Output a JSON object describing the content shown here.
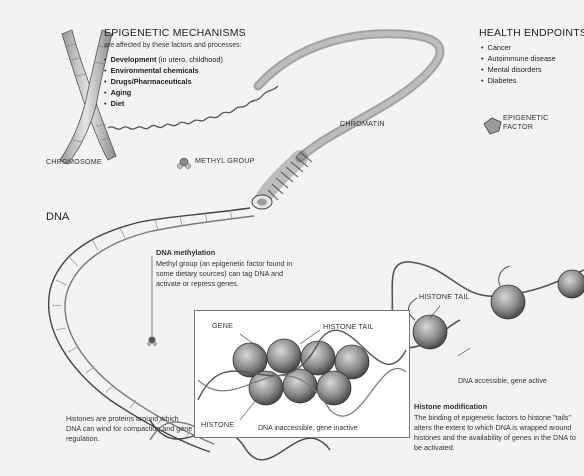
{
  "epigenetic": {
    "title": "EPIGENETIC MECHANISMS",
    "subtitle": "are affected by these factors and processes:",
    "factors": [
      {
        "label": "Development",
        "note": " (in utero, childhood)"
      },
      {
        "label": "Environmental chemicals",
        "note": ""
      },
      {
        "label": "Drugs/Pharmaceuticals",
        "note": ""
      },
      {
        "label": "Aging",
        "note": ""
      },
      {
        "label": "Diet",
        "note": ""
      }
    ]
  },
  "health": {
    "title": "HEALTH ENDPOINTS",
    "items": [
      "Cancer",
      "Autoimmune disease",
      "Mental disorders",
      "Diabetes"
    ]
  },
  "labels": {
    "chromosome": "CHROMOSOME",
    "chromatin": "CHROMATIN",
    "methyl_group": "METHYL GROUP",
    "dna": "DNA",
    "epigenetic_factor": "EPIGENETIC\nFACTOR",
    "histone_tail_right": "HISTONE TAIL",
    "gene": "GENE",
    "histone_tail_panel": "HISTONE TAIL",
    "histone": "HISTONE",
    "dna_inaccessible": "DNA inaccessible, gene inactive",
    "dna_accessible": "DNA accessible, gene active"
  },
  "methylation": {
    "title": "DNA methylation",
    "text": "Methyl group (an epigenetic factor found in some dietary sources) can tag DNA and activate or repress genes."
  },
  "histone_note": {
    "text": "Histones are proteins around which DNA can wind for compaction and gene regulation."
  },
  "histone_modification": {
    "title": "Histone modification",
    "text": "The binding of epigenetic factors to histone \"tails\" alters the extent to which DNA is wrapped around histones and the availability of genes in the DNA to be activated."
  }
}
